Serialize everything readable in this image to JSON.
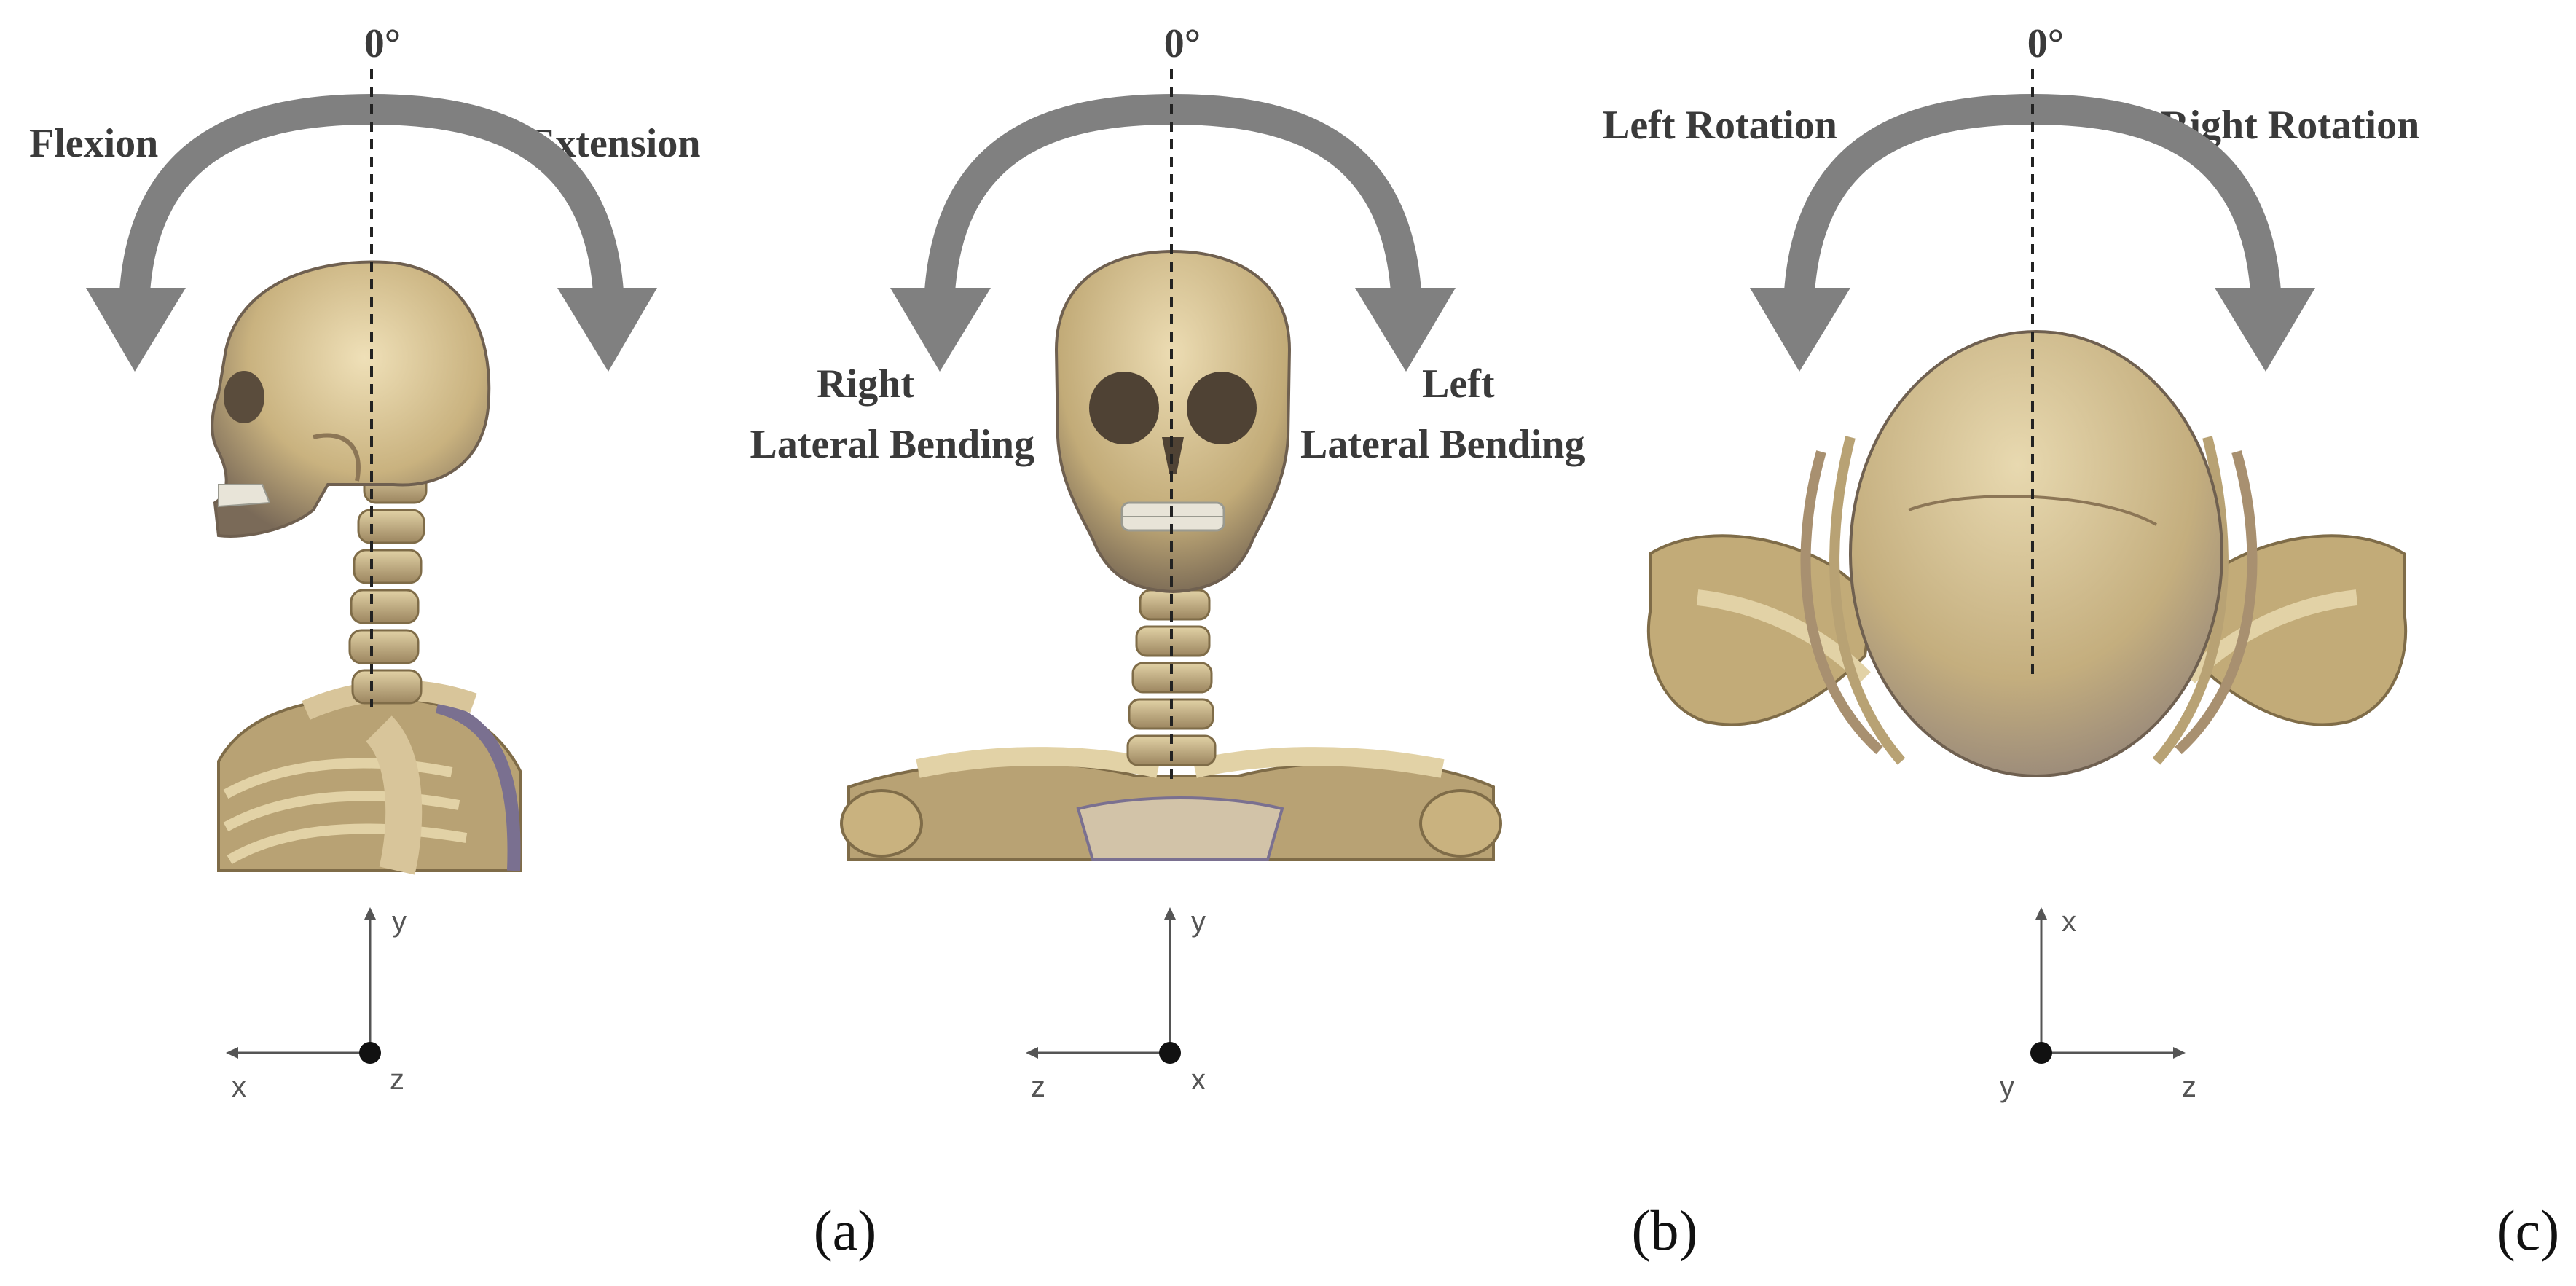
{
  "panels": [
    {
      "id": "a",
      "zero_label": "0°",
      "motions": [
        "Flexion",
        "Extension"
      ],
      "axes": {
        "up": "y",
        "side": "x",
        "origin": "z"
      },
      "caption": "(a)"
    },
    {
      "id": "b",
      "zero_label": "0°",
      "motions": [
        "Right\nLateral Bending",
        "Left\nLateral Bending"
      ],
      "motion_lines": [
        [
          "Right",
          "Lateral Bending"
        ],
        [
          "Left",
          "Lateral Bending"
        ]
      ],
      "axes": {
        "up": "y",
        "side": "z",
        "origin": "x"
      },
      "caption": "(b)"
    },
    {
      "id": "c",
      "zero_label": "0°",
      "motions": [
        "Left Rotation",
        "Right Rotation"
      ],
      "axes": {
        "up": "x",
        "side": "z",
        "origin": "y"
      },
      "caption": "(c)"
    }
  ],
  "colors": {
    "arrow": "#808080",
    "bone_light": "#d8c59a",
    "bone_mid": "#b8a274",
    "bone_dark": "#7f6c48",
    "shadow": "#7a7090",
    "text": "#3a3a3a"
  }
}
